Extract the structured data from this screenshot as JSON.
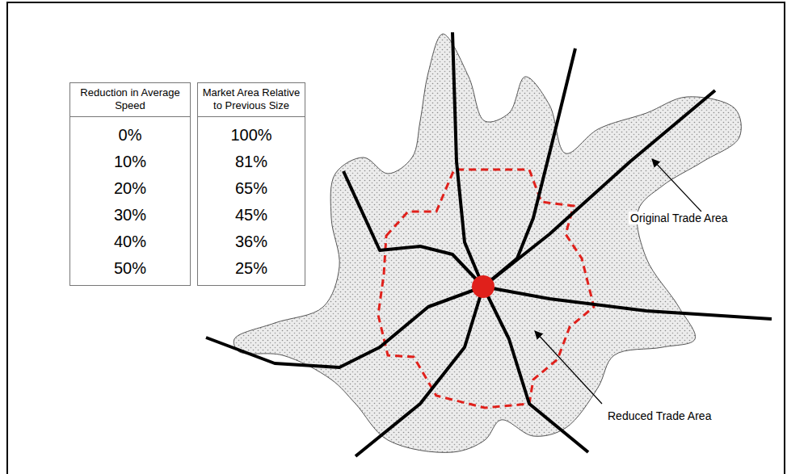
{
  "diagram": {
    "nodes": [
      {
        "text": [
          "Reduction in Average Speed",
          "0%",
          "10%",
          "20%",
          "30%",
          "40%",
          "50%"
        ]
      },
      {
        "text": [
          "Market Area Relative to Previous Size",
          "100%",
          "81%",
          "65%",
          "45%",
          "36%",
          "25%"
        ]
      }
    ],
    "labels": [
      "Original Trade Area",
      "Reduced Trade Area"
    ]
  }
}
